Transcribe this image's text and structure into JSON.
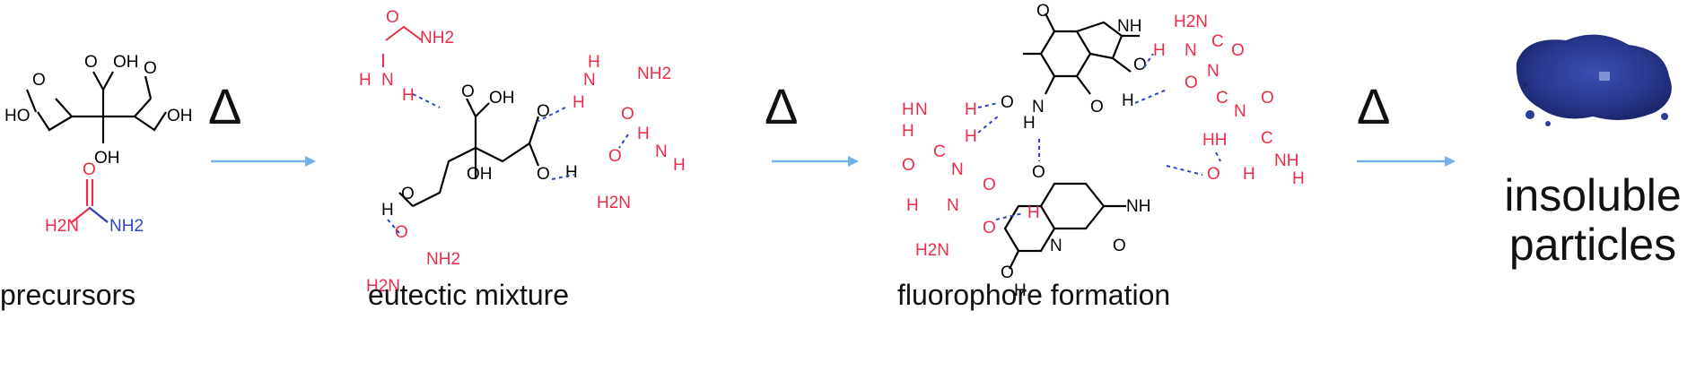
{
  "colors": {
    "bond": "#000000",
    "urea": "#ec2d49",
    "amine_blue": "#2c46c4",
    "hbond": "#2c46c4",
    "arrow": "#73b2e6",
    "powder": "#2b3a93"
  },
  "arrows": {
    "symbol": "Δ"
  },
  "stages": {
    "precursors": {
      "caption": "precursors"
    },
    "eutectic": {
      "caption": "eutectic mixture"
    },
    "fluorophore": {
      "caption": "fluorophore formation"
    },
    "product": {
      "line1": "insoluble",
      "line2": "particles"
    }
  },
  "atoms": {
    "O": "O",
    "OH": "OH",
    "HO": "HO",
    "H": "H",
    "N": "N",
    "NH": "NH",
    "NH2": "NH2",
    "H2N": "H2N",
    "C": "C",
    "HH": "HH"
  }
}
